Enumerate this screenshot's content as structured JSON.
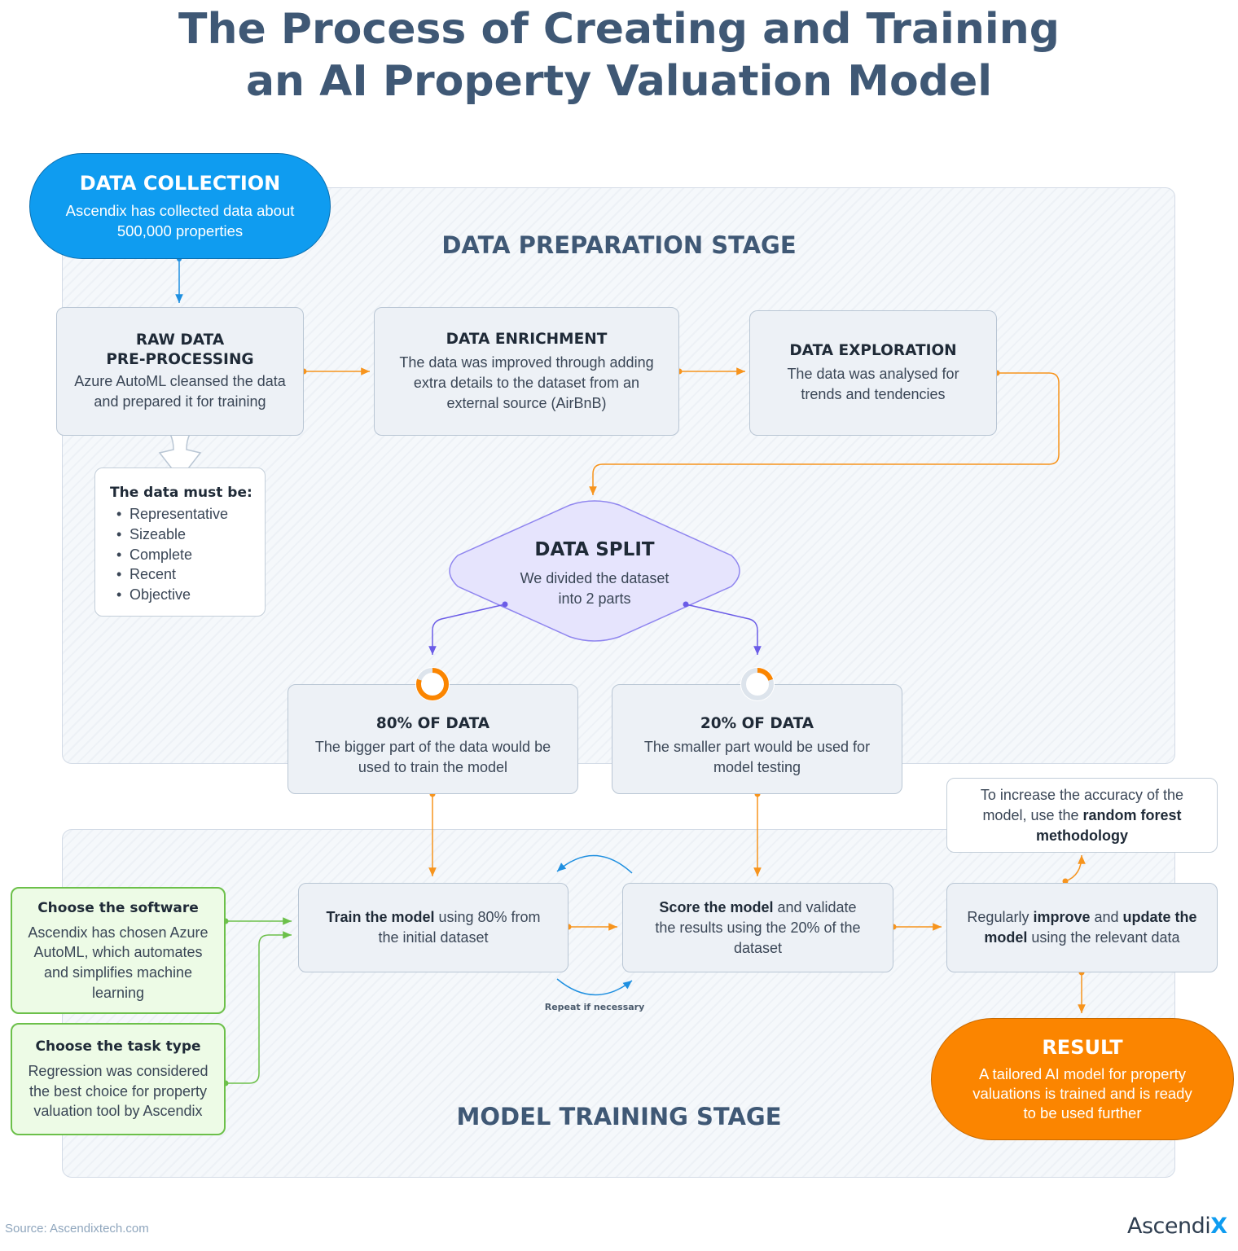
{
  "title": {
    "line1": "The Process of Creating and Training",
    "line2": "an AI Property Valuation Model"
  },
  "stages": {
    "preparation": "DATA PREPARATION STAGE",
    "training": "MODEL TRAINING STAGE"
  },
  "data_collection": {
    "heading": "DATA COLLECTION",
    "line1": "Ascendix has collected data about",
    "line2": "500,000 properties"
  },
  "raw_data": {
    "heading1": "RAW DATA",
    "heading2": "PRE-PROCESSING",
    "line1": "Azure AutoML cleansed the data",
    "line2": "and prepared it for training"
  },
  "data_must_be": {
    "heading": "The data must be:",
    "items": [
      "Representative",
      "Sizeable",
      "Complete",
      "Recent",
      "Objective"
    ]
  },
  "data_enrichment": {
    "heading": "DATA ENRICHMENT",
    "line1": "The data was improved through adding",
    "line2": "extra details to the dataset from an",
    "line3": "external source (AirBnB)"
  },
  "data_exploration": {
    "heading": "DATA EXPLORATION",
    "line1": "The data was analysed for",
    "line2": "trends and tendencies"
  },
  "data_split": {
    "heading": "DATA SPLIT",
    "line1": "We divided the dataset",
    "line2": "into 2 parts"
  },
  "split_80": {
    "heading": "80% OF DATA",
    "line1": "The bigger part of the data would be",
    "line2": "used to train the model",
    "share": 0.8
  },
  "split_20": {
    "heading": "20% OF DATA",
    "line1": "The smaller part would be used for",
    "line2": "model testing",
    "share": 0.2
  },
  "choose_software": {
    "heading": "Choose the software",
    "line1": "Ascendix has chosen Azure",
    "line2": "AutoML, which automates",
    "line3": "and simplifies machine",
    "line4": "learning"
  },
  "choose_task": {
    "heading": "Choose the task type",
    "line1": "Regression was considered",
    "line2": "the best choice for property",
    "line3": "valuation tool by Ascendix"
  },
  "train_model": {
    "bold": "Train the model",
    "rest1": " using 80% from",
    "line2": "the initial dataset"
  },
  "score_model": {
    "bold": "Score the model",
    "rest1": " and validate",
    "line2": "the results using the 20% of the",
    "line3": "dataset"
  },
  "repeat_label": "Repeat if necessary",
  "improve_model": {
    "pre": "Regularly ",
    "bold1": "improve",
    "mid": " and ",
    "bold2": "update the",
    "bold3": "model",
    "rest": " using the relevant data"
  },
  "accuracy_note": {
    "line1": "To increase the accuracy of the",
    "pre2": "model, use the ",
    "bold2": "random forest",
    "bold3": "methodology"
  },
  "result": {
    "heading": "RESULT",
    "line1": "A tailored AI model for property",
    "line2": "valuations is trained and is ready",
    "line3": "to be used further"
  },
  "footer": {
    "source": "Source:  Ascendixtech.com",
    "logo_main": "Ascendi",
    "logo_x": "X"
  },
  "colors": {
    "title": "#3f5875",
    "blue_pill": "#0f9cf0",
    "orange_pill": "#fb8500",
    "arrow_orange": "#f7941d",
    "arrow_purple": "#6b5ce7",
    "arrow_green": "#6cc04a",
    "diamond_fill": "#e6e4fd"
  }
}
